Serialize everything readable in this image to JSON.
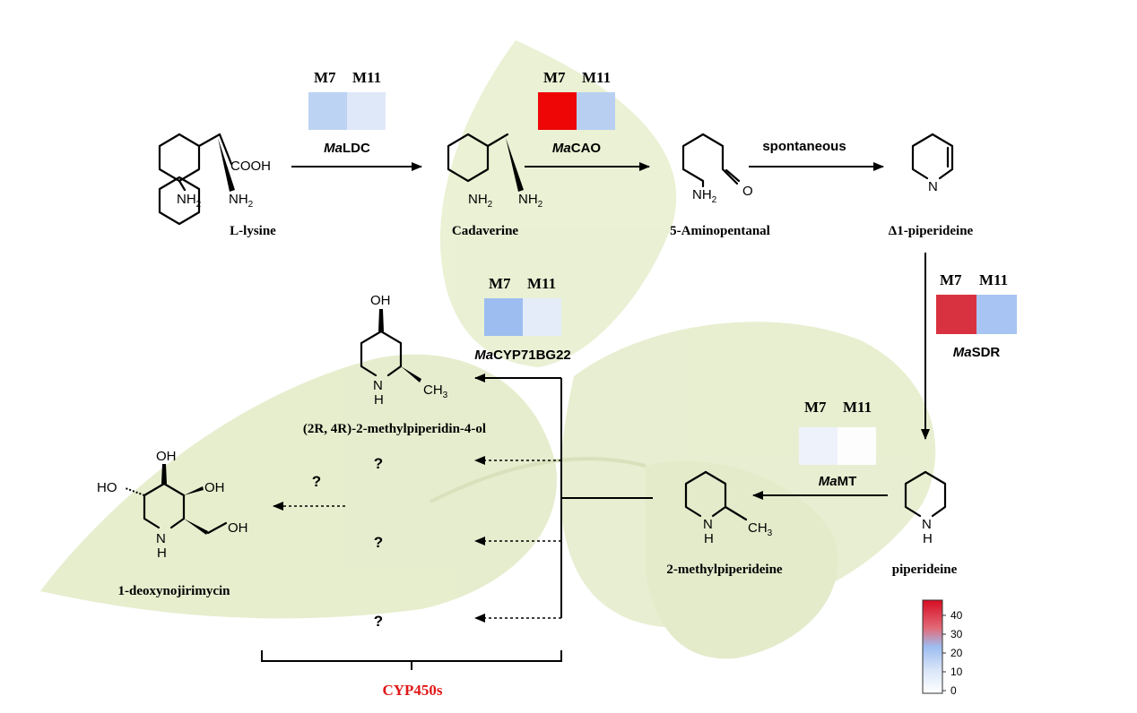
{
  "heatmap_headers": [
    "M7",
    "M11"
  ],
  "enzymes": {
    "ldc": {
      "prefix": "Ma",
      "suffix": "LDC",
      "colors": [
        "#bcd3f3",
        "#dfe8f8"
      ]
    },
    "cao": {
      "prefix": "Ma",
      "suffix": "CAO",
      "colors": [
        "#ee0606",
        "#b8cff2"
      ]
    },
    "cyp": {
      "prefix": "Ma",
      "suffix": "CYP71BG22",
      "colors": [
        "#9dbdf0",
        "#e4ecf9"
      ]
    },
    "sdr": {
      "prefix": "Ma",
      "suffix": "SDR",
      "colors": [
        "#d83240",
        "#a8c4f2"
      ]
    },
    "mt": {
      "prefix": "Ma",
      "suffix": "MT",
      "colors": [
        "#edf2fb",
        "#fdfdfe"
      ]
    }
  },
  "compounds": {
    "lysine": "L-lysine",
    "cadaverine": "Cadaverine",
    "aminopentanal": "5-Aminopentanal",
    "piperideine_d1": "Δ1-piperideine",
    "piperideine": "piperideine",
    "methylpiperideine": "2-methylpiperideine",
    "methylpiperidinol": "(2R, 4R)-2-methylpiperidin-4-ol",
    "dnj": "1-deoxynojirimycin"
  },
  "atoms": {
    "cooh": "COOH",
    "nh2": "NH",
    "sub2": "2",
    "o": "O",
    "n": "N",
    "h": "H",
    "ch3": "CH",
    "sub3": "3",
    "oh": "OH",
    "ho": "HO"
  },
  "spontaneous": "spontaneous",
  "question": "?",
  "cyp450s": "CYP450s",
  "legend": {
    "ticks": [
      "40",
      "30",
      "20",
      "10",
      "0"
    ],
    "colors": [
      "#d70d22",
      "#e26a78",
      "#9dbdf0",
      "#d9e5f8",
      "#ffffff"
    ]
  },
  "colors": {
    "leaf": "#e3ecc8",
    "leaf_dark": "#cfdcaa",
    "cyp_red": "#e01818"
  }
}
